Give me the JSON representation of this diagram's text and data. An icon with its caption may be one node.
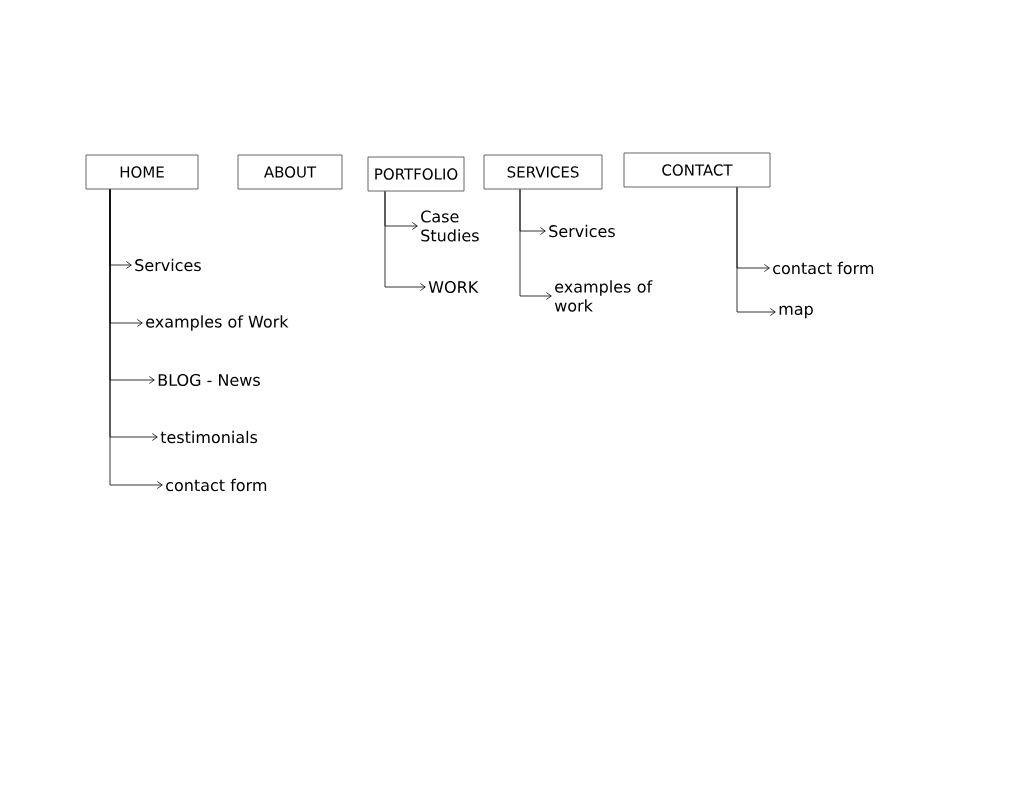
{
  "diagram": {
    "nodes": [
      {
        "text": [
          "HOME"
        ]
      },
      {
        "text": [
          "ABOUT"
        ]
      },
      {
        "text": [
          "PORTFOLIO"
        ]
      },
      {
        "text": [
          "SERVICES"
        ]
      },
      {
        "text": [
          "CONTACT"
        ]
      },
      {
        "text": [
          "Services"
        ]
      },
      {
        "text": [
          "examples of Work"
        ]
      },
      {
        "text": [
          "BLOG - News"
        ]
      },
      {
        "text": [
          "testimonials"
        ]
      },
      {
        "text": [
          "contact form"
        ]
      },
      {
        "text": [
          "Case Studies"
        ]
      },
      {
        "text": [
          "WORK"
        ]
      },
      {
        "text": [
          "Services"
        ]
      },
      {
        "text": [
          "examples of work"
        ]
      },
      {
        "text": [
          "contact form"
        ]
      },
      {
        "text": [
          "map"
        ]
      }
    ],
    "edges": [
      {
        "from": 0,
        "to": 5,
        "arrow": "to"
      },
      {
        "from": 0,
        "to": 6,
        "arrow": "to"
      },
      {
        "from": 0,
        "to": 7,
        "arrow": "to"
      },
      {
        "from": 0,
        "to": 8,
        "arrow": "to"
      },
      {
        "from": 0,
        "to": 9,
        "arrow": "to"
      },
      {
        "from": 2,
        "to": 10,
        "arrow": "to"
      },
      {
        "from": 2,
        "to": 11,
        "arrow": "to"
      },
      {
        "from": 3,
        "to": 12,
        "arrow": "to"
      },
      {
        "from": 3,
        "to": 13,
        "arrow": "to"
      },
      {
        "from": 4,
        "to": 14,
        "arrow": "to"
      },
      {
        "from": 4,
        "to": 15,
        "arrow": "to"
      }
    ]
  }
}
